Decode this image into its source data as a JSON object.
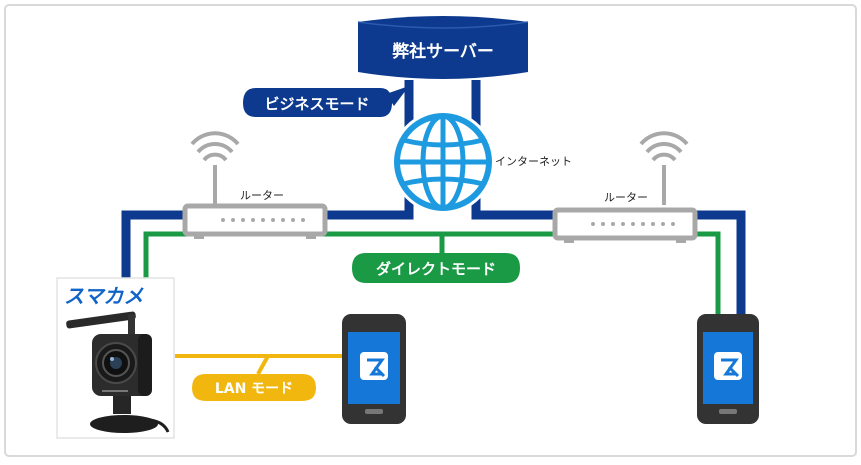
{
  "diagram": {
    "server_label": "弊社サーバー",
    "business_mode_label": "ビジネスモード",
    "internet_label": "インターネット",
    "router_left_label": "ルーター",
    "router_right_label": "ルーター",
    "direct_mode_label": "ダイレクトモード",
    "lan_mode_label": "LAN モード",
    "logo_text": "スマカメ"
  },
  "colors": {
    "business_line": "#0d3a8e",
    "direct_line": "#1a9a45",
    "lan_line": "#f2b70f",
    "internet_globe": "#1e9be0",
    "phone_screen": "#1578d8",
    "logo": "#1063c9",
    "frame_border": "#d8d8d8"
  }
}
